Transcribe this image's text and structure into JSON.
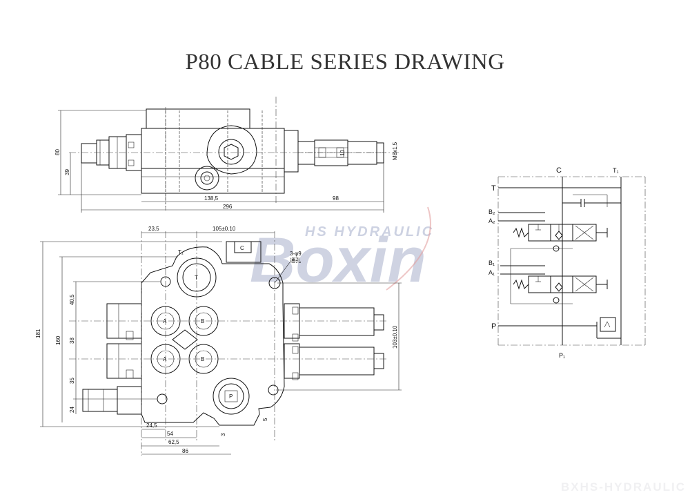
{
  "title": "P80 CABLE SERIES DRAWING",
  "watermark": {
    "brand": "Boxin",
    "tagline": "HS HYDRAULIC"
  },
  "corner_watermark": "BXHS-HYDRAULIC",
  "top_view": {
    "dims": {
      "d80": "80",
      "d39": "39",
      "d138_5": "138,5",
      "d296": "296",
      "d98": "98",
      "m8": "M8x1,5",
      "d10": "10"
    }
  },
  "front_view": {
    "dims": {
      "d23_5": "23,5",
      "d105": "105±0.10",
      "d181": "181",
      "d160": "160",
      "d40_5": "40,5",
      "d38": "38",
      "d35": "35",
      "d24": "24",
      "d24_5": "24,5",
      "d54": "54",
      "d62_5": "62,5",
      "d86": "86",
      "d103": "103±0.10",
      "d5": "5",
      "d3": "3"
    },
    "labels": {
      "port_t": "T",
      "port_p": "P",
      "port_c": "C",
      "port_a1": "A",
      "port_b1": "B",
      "port_a2": "A",
      "port_b2": "B",
      "t1": "T₁",
      "holes": "3-φ9",
      "holes_note": "通孔"
    }
  },
  "schematic": {
    "labels": {
      "c": "C",
      "t": "T",
      "t1": "T₁",
      "b2": "B₂",
      "a2": "A₂",
      "b1": "B₁",
      "a1": "A₁",
      "p": "P",
      "p1": "P₁"
    }
  }
}
